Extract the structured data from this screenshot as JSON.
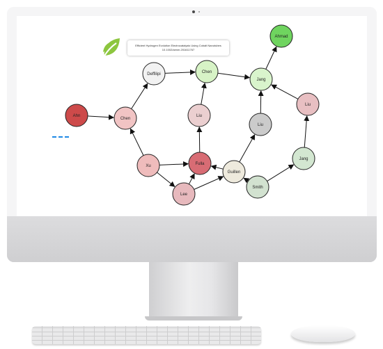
{
  "colors": {
    "leaf": "#8dc63f",
    "dashed_line": "#1e88e5",
    "edge": "#111111"
  },
  "tooltip": {
    "line1": "Efficient Hydrogen Evolution Electrocatalysis Using Cobalt Nanotubes",
    "line2": "10.1002/aenm.201611767"
  },
  "icons": {
    "logo": "leaf-icon"
  },
  "graph": {
    "nodes": [
      {
        "id": "ahmad",
        "label": "Ahmad",
        "color": "#6fd45f"
      },
      {
        "id": "jang_top",
        "label": "Jang",
        "color": "#d9f4cc"
      },
      {
        "id": "chen_top",
        "label": "Chen",
        "color": "#d7f3c6"
      },
      {
        "id": "deffilipi",
        "label": "Deffilipi",
        "color": "#f2f2f2"
      },
      {
        "id": "ahn",
        "label": "Ahn",
        "color": "#cd4a4a"
      },
      {
        "id": "chen_left",
        "label": "Chen",
        "color": "#f1c4c4"
      },
      {
        "id": "liu_center",
        "label": "Liu",
        "color": "#ebcfd0"
      },
      {
        "id": "liu_gray",
        "label": "Liu",
        "color": "#cbcbcb"
      },
      {
        "id": "liu_right",
        "label": "Liu",
        "color": "#e8bfc2"
      },
      {
        "id": "jang_right",
        "label": "Jang",
        "color": "#d3e7d1"
      },
      {
        "id": "xu",
        "label": "Xu",
        "color": "#efbcbc"
      },
      {
        "id": "fulla",
        "label": "Fulla",
        "color": "#d86c74"
      },
      {
        "id": "guillen",
        "label": "Guillen",
        "color": "#eeeadd"
      },
      {
        "id": "smith",
        "label": "Smith",
        "color": "#d2e2d0"
      },
      {
        "id": "lee",
        "label": "Lee",
        "color": "#e7b9bd"
      }
    ],
    "edges": [
      [
        "ahn",
        "chen_left"
      ],
      [
        "chen_left",
        "deffilipi"
      ],
      [
        "deffilipi",
        "chen_top"
      ],
      [
        "chen_top",
        "jang_top"
      ],
      [
        "jang_top",
        "ahmad"
      ],
      [
        "liu_center",
        "chen_top"
      ],
      [
        "xu",
        "chen_left"
      ],
      [
        "xu",
        "fulla"
      ],
      [
        "xu",
        "lee"
      ],
      [
        "fulla",
        "liu_center"
      ],
      [
        "lee",
        "fulla"
      ],
      [
        "lee",
        "guillen"
      ],
      [
        "guillen",
        "fulla"
      ],
      [
        "guillen",
        "liu_gray"
      ],
      [
        "smith",
        "guillen"
      ],
      [
        "smith",
        "jang_right"
      ],
      [
        "jang_right",
        "liu_right"
      ],
      [
        "liu_right",
        "jang_top"
      ],
      [
        "liu_gray",
        "jang_top"
      ]
    ]
  }
}
